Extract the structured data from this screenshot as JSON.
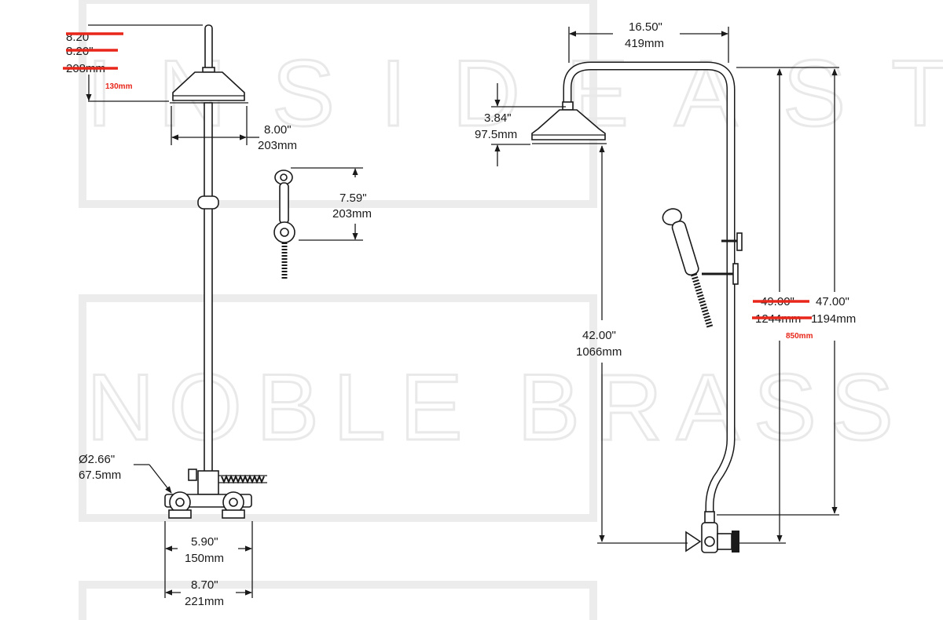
{
  "watermark": {
    "line1": "INSIDEAST",
    "line2": "NOBLE BRASS"
  },
  "left_view": {
    "head_height_old_1": "8.20",
    "head_height_old_2": "8.20\"",
    "head_height_old_3": "208mm",
    "head_height_new": "130mm",
    "head_width_in": "8.00\"",
    "head_width_mm": "203mm",
    "handset_length_in": "7.59\"",
    "handset_length_mm": "203mm",
    "handle_dia_in": "Ø2.66\"",
    "handle_dia_mm": "67.5mm",
    "handle_spacing_in": "5.90\"",
    "handle_spacing_mm": "150mm",
    "valve_width_in": "8.70\"",
    "valve_width_mm": "221mm"
  },
  "right_view": {
    "reach_in": "16.50\"",
    "reach_mm": "419mm",
    "head_depth_in": "3.84\"",
    "head_depth_mm": "97.5mm",
    "head_to_valve_in": "42.00\"",
    "head_to_valve_mm": "1066mm",
    "riser_old_in": "49.00\"",
    "riser_new_in": "47.00\"",
    "riser_old_mm": "1244mm",
    "riser_new_mm": "1194mm",
    "riser_note_mm": "850mm"
  },
  "colors": {
    "line": "#1a1a1a",
    "correction": "#e8261a",
    "watermark": "#e9e9e9"
  }
}
